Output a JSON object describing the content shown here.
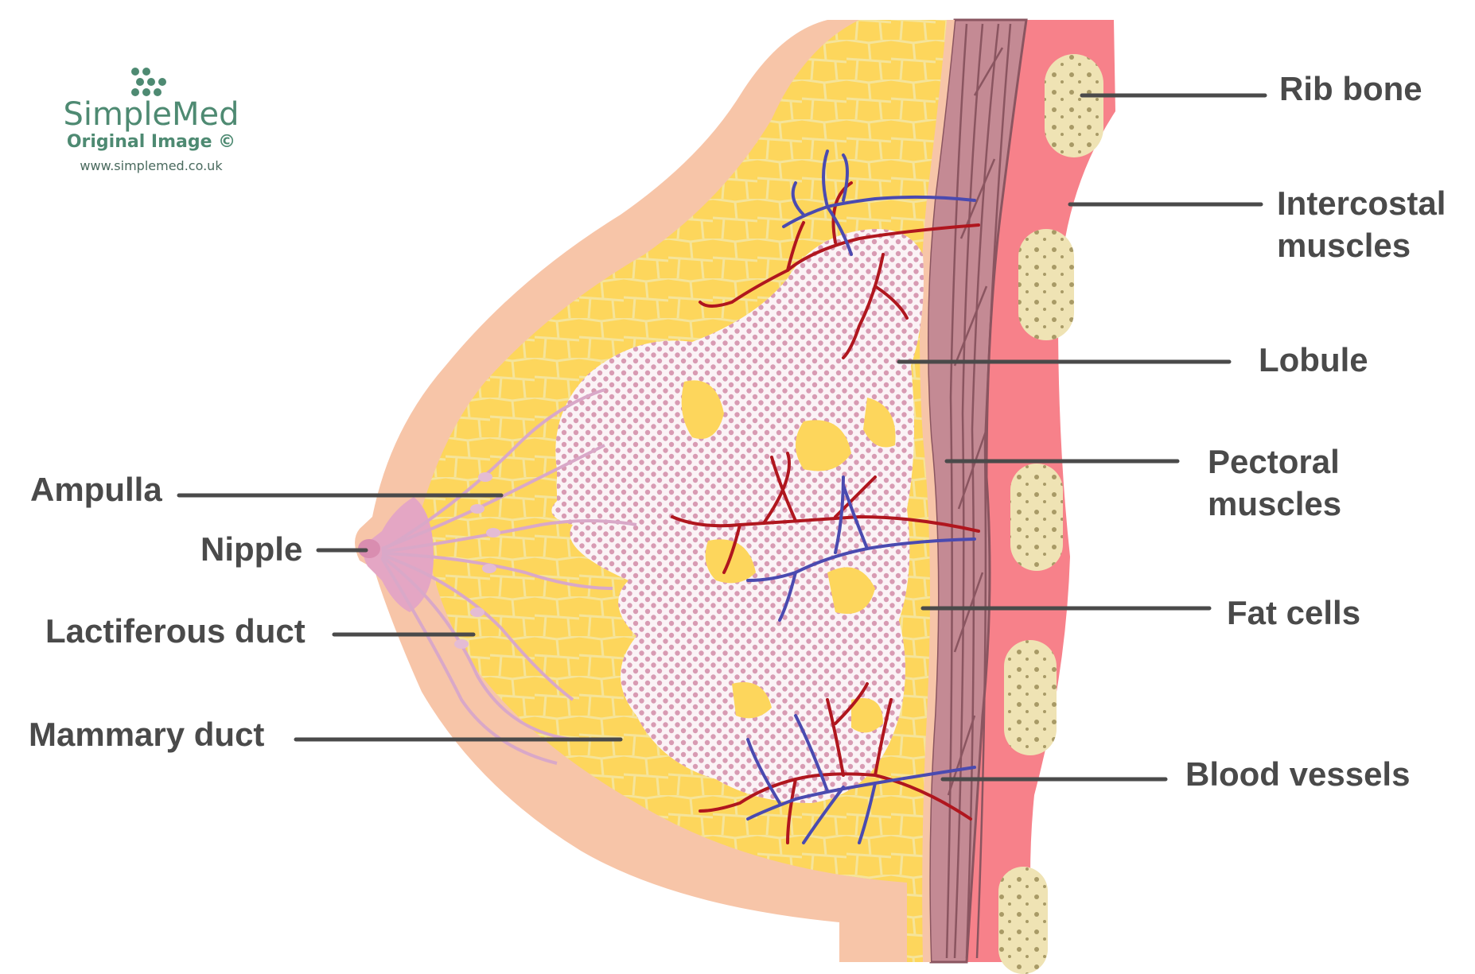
{
  "logo": {
    "title": "SimpleMed",
    "subtitle": "Original Image ©",
    "url": "www.simplemed.co.uk"
  },
  "labels": {
    "rib_bone": "Rib bone",
    "intercostal_1": "Intercostal",
    "intercostal_2": "muscles",
    "lobule": "Lobule",
    "pectoral_1": "Pectoral",
    "pectoral_2": "muscles",
    "fat_cells": "Fat cells",
    "blood_vessels": "Blood vessels",
    "ampulla": "Ampulla",
    "nipple": "Nipple",
    "lactiferous_duct": "Lactiferous duct",
    "mammary_duct": "Mammary duct"
  },
  "colors": {
    "skin": "#f7c5a8",
    "fat": "#fdd65c",
    "fat_cell_line": "#f5e49a",
    "lobule": "#fbf3f6",
    "lobule_dot": "#d89bb3",
    "pectoral": "#c48a94",
    "pectoral_fiber": "#8a5560",
    "intercostal": "#f7818a",
    "rib": "#efe3b4",
    "rib_dot": "#a89a66",
    "nipple": "#e4a6c4",
    "duct": "#d9a8c8",
    "artery": "#b0161e",
    "vein": "#4a4ab0",
    "logo": "#4e8a72",
    "text": "#4a4a4a"
  }
}
